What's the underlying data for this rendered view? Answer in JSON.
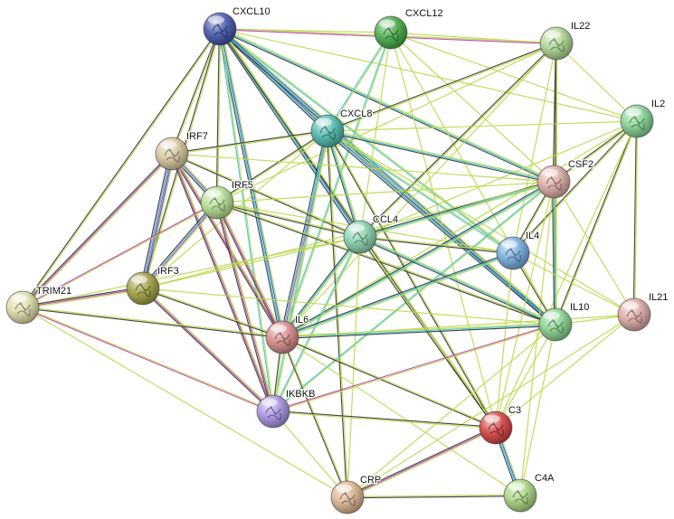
{
  "network": {
    "nodes": [
      {
        "id": "CXCL10",
        "label": "CXCL10",
        "color": "#3d4ea8"
      },
      {
        "id": "CXCL12",
        "label": "CXCL12",
        "color": "#3fa63f"
      },
      {
        "id": "IL22",
        "label": "IL22",
        "color": "#a9d28c"
      },
      {
        "id": "IL2",
        "label": "IL2",
        "color": "#7fd08e"
      },
      {
        "id": "CXCL8",
        "label": "CXCL8",
        "color": "#47b5a7"
      },
      {
        "id": "IRF7",
        "label": "IRF7",
        "color": "#d6c39a"
      },
      {
        "id": "IRF5",
        "label": "IRF5",
        "color": "#b3dc8f"
      },
      {
        "id": "CSF2",
        "label": "CSF2",
        "color": "#d9a7a0"
      },
      {
        "id": "CCL4",
        "label": "CCL4",
        "color": "#84cfab"
      },
      {
        "id": "IL4",
        "label": "IL4",
        "color": "#6fa9de"
      },
      {
        "id": "IRF3",
        "label": "IRF3",
        "color": "#9c9a3a"
      },
      {
        "id": "TRIM21",
        "label": "TRIM21",
        "color": "#dcdba4"
      },
      {
        "id": "IL6",
        "label": "IL6",
        "color": "#d48585"
      },
      {
        "id": "IL10",
        "label": "IL10",
        "color": "#83d08b"
      },
      {
        "id": "IL21",
        "label": "IL21",
        "color": "#d9a69f"
      },
      {
        "id": "IKBKB",
        "label": "IKBKB",
        "color": "#a48ee0"
      },
      {
        "id": "C3",
        "label": "C3",
        "color": "#d23a3a"
      },
      {
        "id": "CRP",
        "label": "CRP",
        "color": "#d9b08a"
      },
      {
        "id": "C4A",
        "label": "C4A",
        "color": "#a6d27c"
      }
    ],
    "edges": [
      [
        "CXCL10",
        "CXCL12",
        "g"
      ],
      [
        "CXCL10",
        "IL22",
        "gp"
      ],
      [
        "CXCL10",
        "CXCL8",
        "gbck"
      ],
      [
        "CXCL10",
        "IRF7",
        "gk"
      ],
      [
        "CXCL10",
        "IRF5",
        "gk"
      ],
      [
        "CXCL10",
        "CCL4",
        "gbck"
      ],
      [
        "CXCL10",
        "CSF2",
        "gck"
      ],
      [
        "CXCL10",
        "IL4",
        "gc"
      ],
      [
        "CXCL10",
        "IL10",
        "gbck"
      ],
      [
        "CXCL10",
        "IL6",
        "gbck"
      ],
      [
        "CXCL10",
        "IRF3",
        "gk"
      ],
      [
        "CXCL10",
        "TRIM21",
        "gk"
      ],
      [
        "CXCL10",
        "C3",
        "gk"
      ],
      [
        "CXCL10",
        "IKBKB",
        "gc"
      ],
      [
        "CXCL10",
        "IL2",
        "g"
      ],
      [
        "CXCL12",
        "IL22",
        "g"
      ],
      [
        "CXCL12",
        "CXCL8",
        "gc"
      ],
      [
        "CXCL12",
        "IL6",
        "gc"
      ],
      [
        "CXCL12",
        "IL10",
        "g"
      ],
      [
        "CXCL12",
        "CCL4",
        "g"
      ],
      [
        "CXCL12",
        "C3",
        "g"
      ],
      [
        "CXCL12",
        "IL2",
        "g"
      ],
      [
        "CXCL12",
        "CSF2",
        "g"
      ],
      [
        "IL22",
        "CSF2",
        "gk"
      ],
      [
        "IL22",
        "IL10",
        "gk"
      ],
      [
        "IL22",
        "IL6",
        "g"
      ],
      [
        "IL22",
        "CCL4",
        "gk"
      ],
      [
        "IL22",
        "CXCL8",
        "gk"
      ],
      [
        "IL22",
        "IL2",
        "g"
      ],
      [
        "IL22",
        "IL4",
        "g"
      ],
      [
        "IL22",
        "IRF5",
        "g"
      ],
      [
        "IL2",
        "CSF2",
        "gk"
      ],
      [
        "IL2",
        "IL10",
        "gk"
      ],
      [
        "IL2",
        "IL21",
        "gk"
      ],
      [
        "IL2",
        "IL6",
        "g"
      ],
      [
        "IL2",
        "IL4",
        "gk"
      ],
      [
        "IL2",
        "CCL4",
        "g"
      ],
      [
        "IL2",
        "CXCL8",
        "g"
      ],
      [
        "IL2",
        "C3",
        "g"
      ],
      [
        "CXCL8",
        "IRF7",
        "gk"
      ],
      [
        "CXCL8",
        "IRF5",
        "gk"
      ],
      [
        "CXCL8",
        "CCL4",
        "gck"
      ],
      [
        "CXCL8",
        "CSF2",
        "gck"
      ],
      [
        "CXCL8",
        "IL4",
        "gc"
      ],
      [
        "CXCL8",
        "IL10",
        "gbck"
      ],
      [
        "CXCL8",
        "IL6",
        "gpck"
      ],
      [
        "CXCL8",
        "C3",
        "gk"
      ],
      [
        "CXCL8",
        "CRP",
        "gk"
      ],
      [
        "CXCL8",
        "IRF3",
        "g"
      ],
      [
        "CXCL8",
        "IKBKB",
        "gc"
      ],
      [
        "CXCL8",
        "IL21",
        "g"
      ],
      [
        "IRF7",
        "IRF5",
        "gpck"
      ],
      [
        "IRF7",
        "IRF3",
        "gbpck"
      ],
      [
        "IRF7",
        "TRIM21",
        "gpk"
      ],
      [
        "IRF7",
        "IL6",
        "gpk"
      ],
      [
        "IRF7",
        "IKBKB",
        "gpk"
      ],
      [
        "IRF7",
        "CCL4",
        "gk"
      ],
      [
        "IRF7",
        "CSF2",
        "g"
      ],
      [
        "IRF5",
        "IRF3",
        "gpck"
      ],
      [
        "IRF5",
        "TRIM21",
        "gp"
      ],
      [
        "IRF5",
        "IL6",
        "gpk"
      ],
      [
        "IRF5",
        "IKBKB",
        "gpk"
      ],
      [
        "IRF5",
        "CCL4",
        "gk"
      ],
      [
        "IRF5",
        "CSF2",
        "g"
      ],
      [
        "IRF5",
        "IL10",
        "gk"
      ],
      [
        "IRF5",
        "IL4",
        "g"
      ],
      [
        "CSF2",
        "CCL4",
        "gck"
      ],
      [
        "CSF2",
        "IL4",
        "gk"
      ],
      [
        "CSF2",
        "IL10",
        "gck"
      ],
      [
        "CSF2",
        "IL6",
        "gck"
      ],
      [
        "CSF2",
        "IL21",
        "g"
      ],
      [
        "CSF2",
        "C3",
        "g"
      ],
      [
        "CSF2",
        "IRF3",
        "g"
      ],
      [
        "CSF2",
        "IKBKB",
        "gc"
      ],
      [
        "CSF2",
        "C4A",
        "g"
      ],
      [
        "CCL4",
        "IL4",
        "gk"
      ],
      [
        "CCL4",
        "IL10",
        "gck"
      ],
      [
        "CCL4",
        "IL6",
        "gck"
      ],
      [
        "CCL4",
        "C3",
        "gk"
      ],
      [
        "CCL4",
        "IRF3",
        "g"
      ],
      [
        "CCL4",
        "IKBKB",
        "gc"
      ],
      [
        "CCL4",
        "CRP",
        "g"
      ],
      [
        "CCL4",
        "TRIM21",
        "g"
      ],
      [
        "IL4",
        "IL10",
        "gk"
      ],
      [
        "IL4",
        "IL6",
        "gck"
      ],
      [
        "IL4",
        "IL21",
        "g"
      ],
      [
        "IL4",
        "C3",
        "g"
      ],
      [
        "IRF3",
        "TRIM21",
        "gpk"
      ],
      [
        "IRF3",
        "IL6",
        "gk"
      ],
      [
        "IRF3",
        "IKBKB",
        "gpk"
      ],
      [
        "IRF3",
        "IL10",
        "g"
      ],
      [
        "TRIM21",
        "IL6",
        "gk"
      ],
      [
        "TRIM21",
        "IKBKB",
        "gp"
      ],
      [
        "TRIM21",
        "CRP",
        "g"
      ],
      [
        "IL6",
        "IL10",
        "gck"
      ],
      [
        "IL6",
        "IKBKB",
        "gk"
      ],
      [
        "IL6",
        "C3",
        "gk"
      ],
      [
        "IL6",
        "CRP",
        "gk"
      ],
      [
        "IL6",
        "IL21",
        "g"
      ],
      [
        "IL6",
        "C4A",
        "g"
      ],
      [
        "IL10",
        "IL21",
        "g"
      ],
      [
        "IL10",
        "C3",
        "g"
      ],
      [
        "IL10",
        "CRP",
        "g"
      ],
      [
        "IL10",
        "C4A",
        "g"
      ],
      [
        "IL10",
        "IKBKB",
        "gp"
      ],
      [
        "IL21",
        "C3",
        "g"
      ],
      [
        "IL21",
        "CRP",
        "g"
      ],
      [
        "C3",
        "CRP",
        "gpk"
      ],
      [
        "C3",
        "C4A",
        "gbck"
      ],
      [
        "C3",
        "IKBKB",
        "gk"
      ],
      [
        "CRP",
        "C4A",
        "gk"
      ],
      [
        "IKBKB",
        "CRP",
        "g"
      ]
    ],
    "edge_colors": {
      "g": "#bad84c",
      "k": "#3a3a3a",
      "b": "#3b57c4",
      "c": "#3bc4d9",
      "p": "#c03fae"
    }
  }
}
